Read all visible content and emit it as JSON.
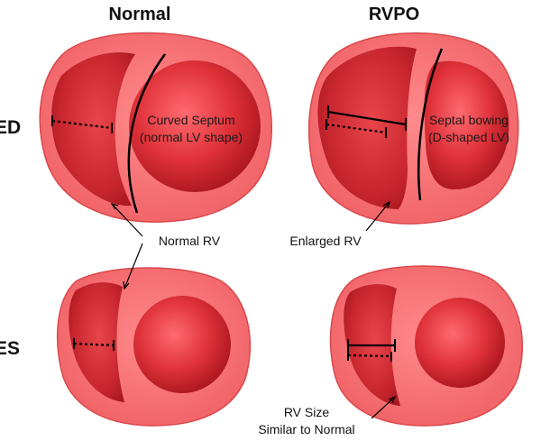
{
  "columns": {
    "left": "Normal",
    "right": "RVPO"
  },
  "rows": {
    "top": "ED",
    "bottom": "ES"
  },
  "normal_ed": {
    "label_line1": "Curved Septum",
    "label_line2": "(normal LV shape)"
  },
  "rvpo_ed": {
    "label_line1": "Septal bowing",
    "label_line2": "(D-shaped LV)"
  },
  "callouts": {
    "normal_rv": "Normal RV",
    "enlarged_rv": "Enlarged RV",
    "rv_size_line1": "RV Size",
    "rv_size_line2": "Similar to Normal"
  },
  "colors": {
    "outer_wall": "#f26e70",
    "outer_edge": "#d9484c",
    "cavity": "#e0323a",
    "cavity_dark": "#a8141c",
    "cavity_light": "#ff8a8c",
    "line": "#000000"
  }
}
